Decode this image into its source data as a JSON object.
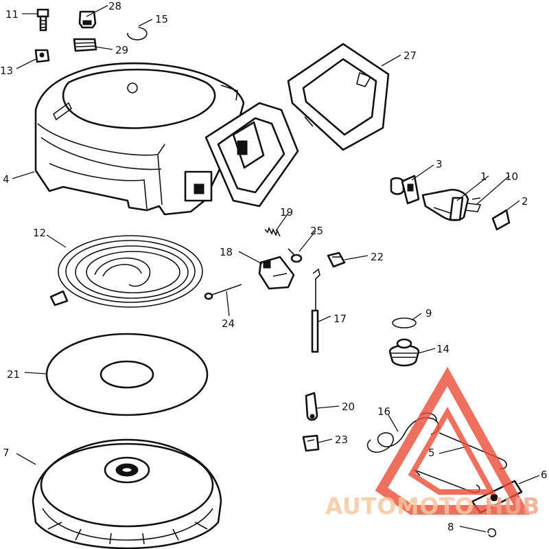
{
  "diagram": {
    "labels": [
      {
        "id": "11",
        "text": "11"
      },
      {
        "id": "28",
        "text": "28"
      },
      {
        "id": "15",
        "text": "15"
      },
      {
        "id": "29",
        "text": "29"
      },
      {
        "id": "13",
        "text": "13"
      },
      {
        "id": "27",
        "text": "27"
      },
      {
        "id": "4",
        "text": "4"
      },
      {
        "id": "3",
        "text": "3"
      },
      {
        "id": "1",
        "text": "1"
      },
      {
        "id": "10",
        "text": "10"
      },
      {
        "id": "2",
        "text": "2"
      },
      {
        "id": "19",
        "text": "19"
      },
      {
        "id": "12",
        "text": "12"
      },
      {
        "id": "25",
        "text": "25"
      },
      {
        "id": "18",
        "text": "18"
      },
      {
        "id": "22",
        "text": "22"
      },
      {
        "id": "24",
        "text": "24"
      },
      {
        "id": "17",
        "text": "17"
      },
      {
        "id": "9",
        "text": "9"
      },
      {
        "id": "14",
        "text": "14"
      },
      {
        "id": "21",
        "text": "21"
      },
      {
        "id": "20",
        "text": "20"
      },
      {
        "id": "16",
        "text": "16"
      },
      {
        "id": "23",
        "text": "23"
      },
      {
        "id": "5",
        "text": "5"
      },
      {
        "id": "7",
        "text": "7"
      },
      {
        "id": "6",
        "text": "6"
      },
      {
        "id": "8",
        "text": "8"
      }
    ]
  },
  "watermark": {
    "part1": "AUTOMOTO",
    "part2": "HUB",
    "color_primary": "#f2a98e",
    "color_secondary": "#f6c9a0",
    "logo_color": "#ea4d38"
  }
}
